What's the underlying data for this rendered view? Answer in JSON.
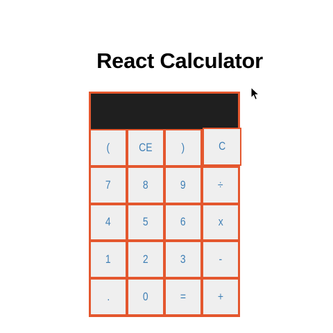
{
  "app": {
    "title": "React Calculator"
  },
  "display": {
    "value": ""
  },
  "keys": [
    {
      "label": "(",
      "name": "open-paren-button"
    },
    {
      "label": "CE",
      "name": "clear-entry-button"
    },
    {
      "label": ")",
      "name": "close-paren-button"
    },
    {
      "label": "C",
      "name": "clear-button"
    },
    {
      "label": "7",
      "name": "digit-7-button"
    },
    {
      "label": "8",
      "name": "digit-8-button"
    },
    {
      "label": "9",
      "name": "digit-9-button"
    },
    {
      "label": "÷",
      "name": "divide-button"
    },
    {
      "label": "4",
      "name": "digit-4-button"
    },
    {
      "label": "5",
      "name": "digit-5-button"
    },
    {
      "label": "6",
      "name": "digit-6-button"
    },
    {
      "label": "x",
      "name": "multiply-button"
    },
    {
      "label": "1",
      "name": "digit-1-button"
    },
    {
      "label": "2",
      "name": "digit-2-button"
    },
    {
      "label": "3",
      "name": "digit-3-button"
    },
    {
      "label": "-",
      "name": "subtract-button"
    },
    {
      "label": ".",
      "name": "decimal-button"
    },
    {
      "label": "0",
      "name": "digit-0-button"
    },
    {
      "label": "=",
      "name": "equals-button"
    },
    {
      "label": "+",
      "name": "add-button"
    }
  ],
  "colors": {
    "accent": "#e4572e",
    "display_bg": "#1f1f1f",
    "key_bg": "#efefef",
    "key_text": "#3f7fb5"
  },
  "icons": {
    "cursor": "mouse-pointer-icon"
  }
}
